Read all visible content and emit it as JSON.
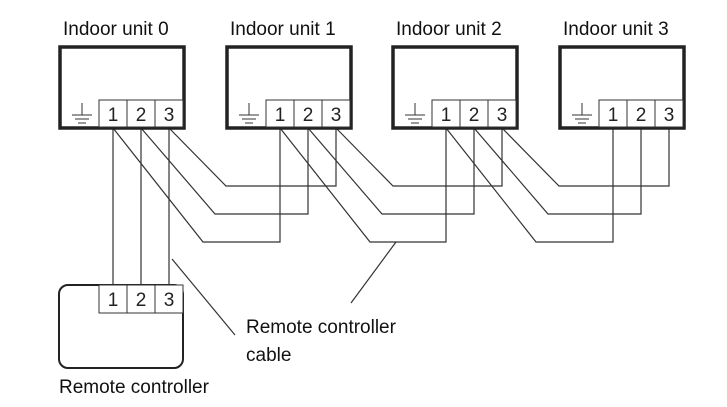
{
  "indoor_units": [
    {
      "label": "Indoor unit 0",
      "terminals": [
        "1",
        "2",
        "3"
      ]
    },
    {
      "label": "Indoor unit 1",
      "terminals": [
        "1",
        "2",
        "3"
      ]
    },
    {
      "label": "Indoor unit 2",
      "terminals": [
        "1",
        "2",
        "3"
      ]
    },
    {
      "label": "Indoor unit 3",
      "terminals": [
        "1",
        "2",
        "3"
      ]
    }
  ],
  "remote_controller": {
    "label": "Remote controller",
    "terminals": [
      "1",
      "2",
      "3"
    ]
  },
  "cable_label": {
    "line1": "Remote controller",
    "line2": "cable"
  },
  "icons": {
    "ground": "ground-icon"
  }
}
